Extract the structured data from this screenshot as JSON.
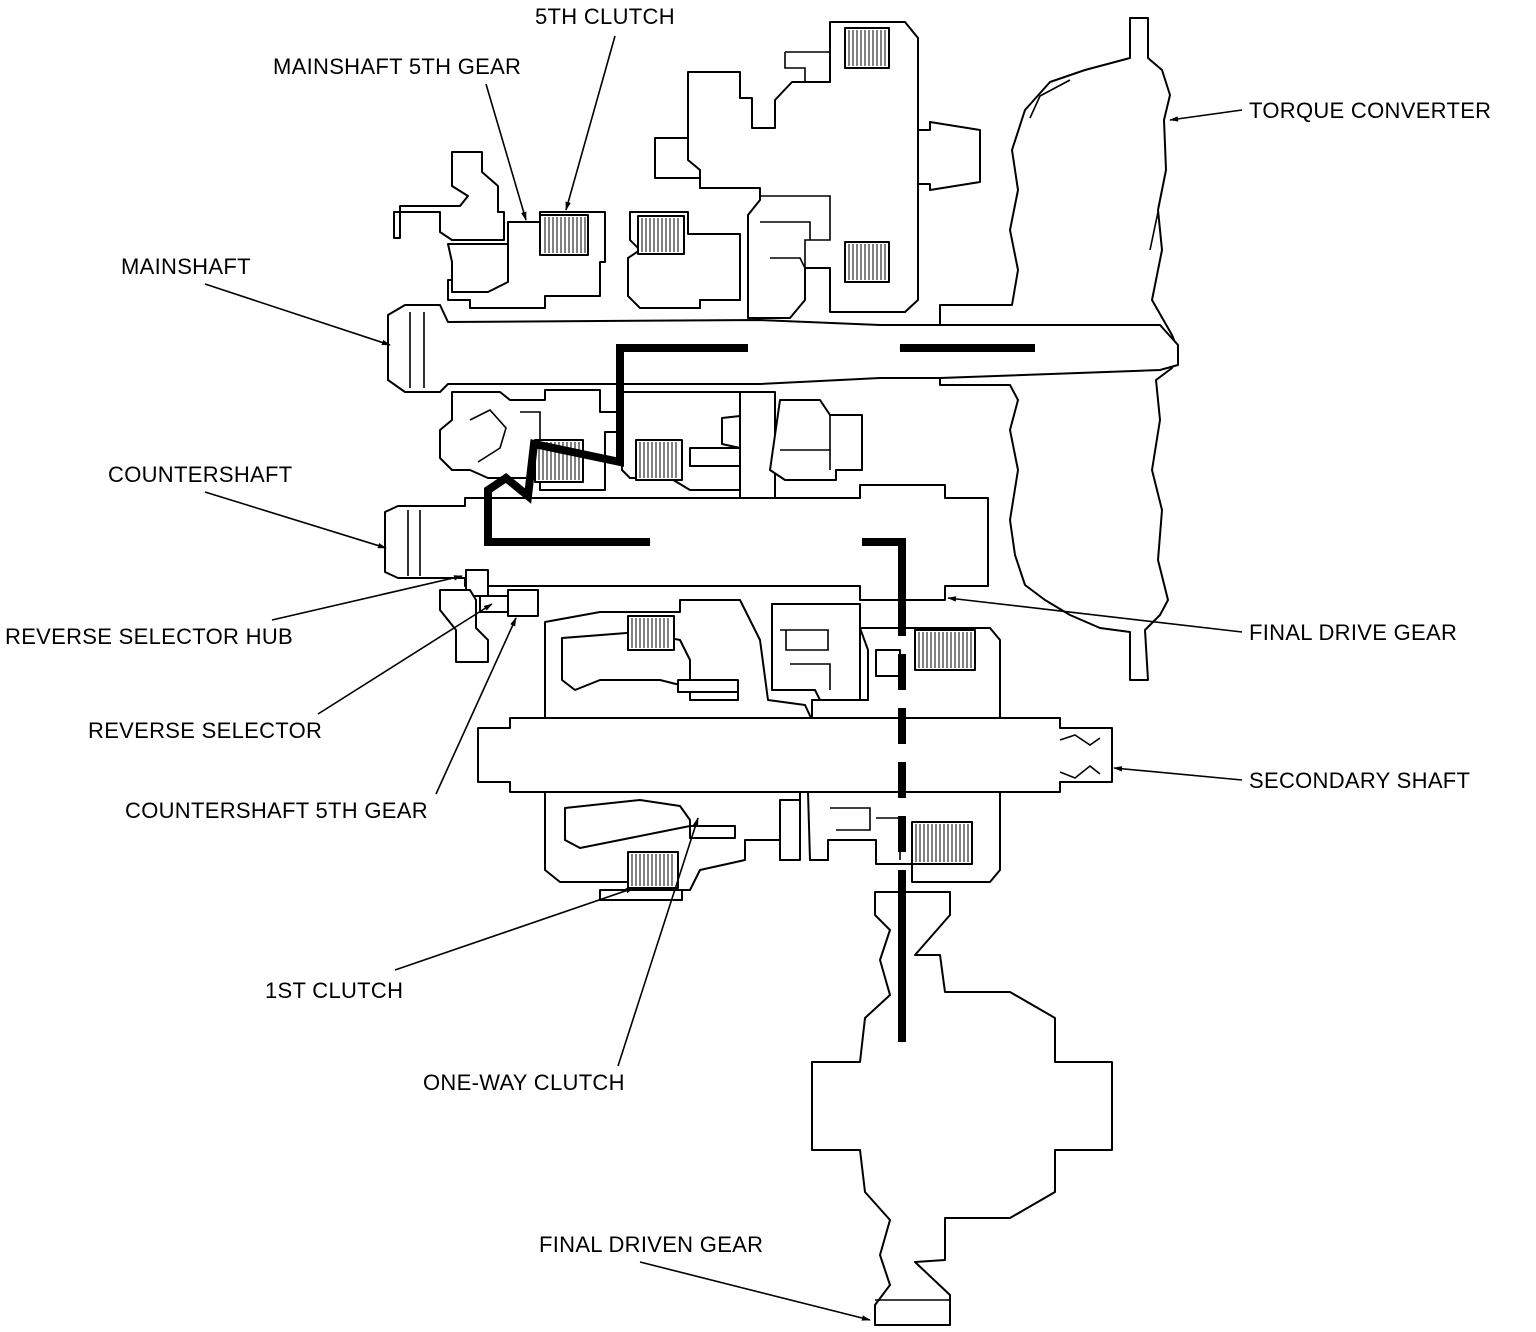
{
  "labels": {
    "fifth_clutch": "5TH CLUTCH",
    "mainshaft_5th_gear": "MAINSHAFT 5TH GEAR",
    "torque_converter": "TORQUE CONVERTER",
    "mainshaft": "MAINSHAFT",
    "countershaft": "COUNTERSHAFT",
    "final_drive_gear": "FINAL DRIVE GEAR",
    "reverse_selector_hub": "REVERSE SELECTOR HUB",
    "reverse_selector": "REVERSE SELECTOR",
    "secondary_shaft": "SECONDARY SHAFT",
    "countershaft_5th_gear": "COUNTERSHAFT 5TH GEAR",
    "first_clutch": "1ST CLUTCH",
    "one_way_clutch": "ONE-WAY CLUTCH",
    "final_driven_gear": "FINAL DRIVEN GEAR"
  },
  "colors": {
    "ink": "#000000",
    "paper": "#ffffff"
  }
}
